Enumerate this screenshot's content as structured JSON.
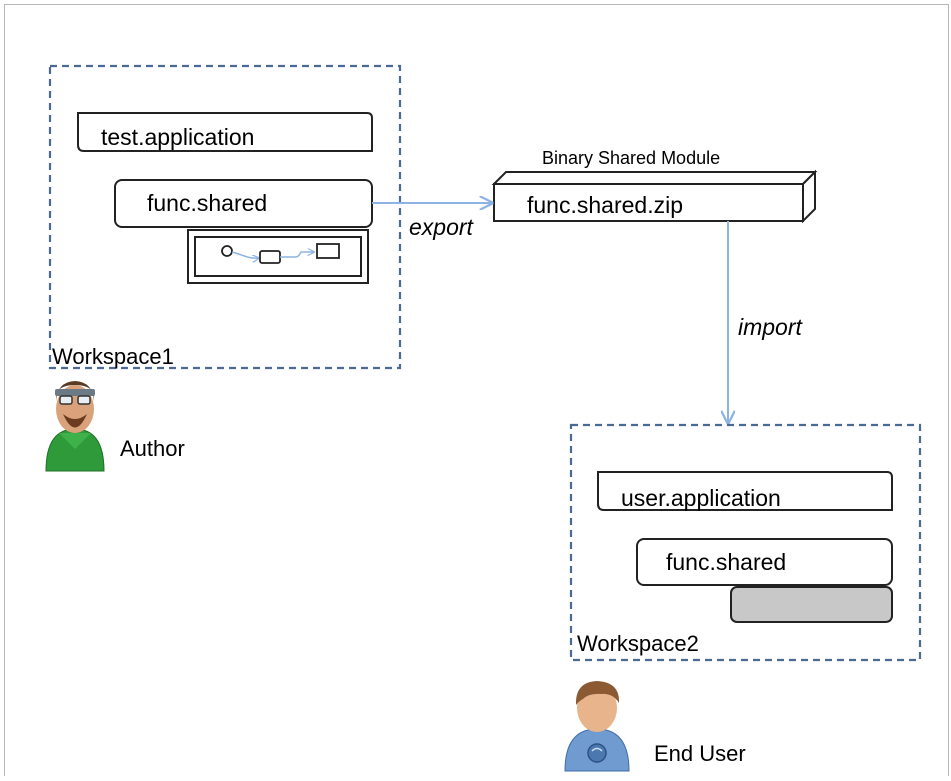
{
  "workspace1": {
    "label": "Workspace1",
    "app_box": "test.application",
    "shared_box": "func.shared",
    "person": "Author"
  },
  "module": {
    "title": "Binary Shared Module",
    "file": "func.shared.zip"
  },
  "edges": {
    "export": "export",
    "import": "import"
  },
  "workspace2": {
    "label": "Workspace2",
    "app_box": "user.application",
    "shared_box": "func.shared",
    "person": "End User"
  },
  "colors": {
    "workspace_border": "#4a6a95",
    "arrow": "#8db3e2",
    "box_border": "#222222",
    "imported_fill": "#c8c8c8",
    "author_shirt": "#2f9a3a",
    "enduser_shirt": "#6f9bd0"
  }
}
